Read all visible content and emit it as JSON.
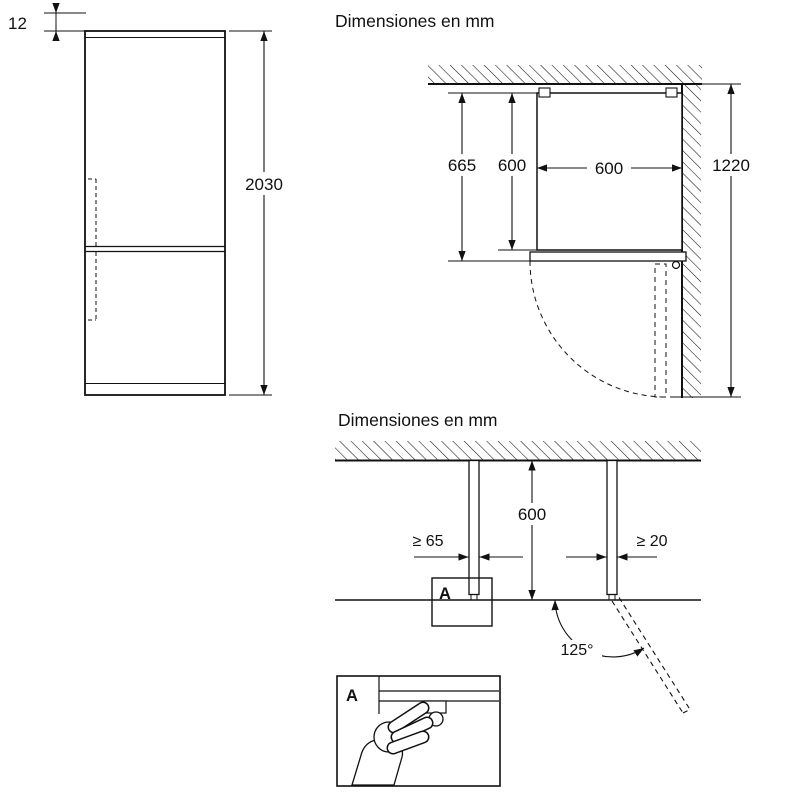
{
  "titles": {
    "top": "Dimensiones en mm",
    "bottom": "Dimensiones en mm"
  },
  "front_view": {
    "top_clearance": "12",
    "height": "2030"
  },
  "plan_view": {
    "depth_with_door": "665",
    "depth_body": "600",
    "width": "600",
    "depth_door_open": "1220"
  },
  "niche_view": {
    "width": "600",
    "clearance_left": "≥ 65",
    "clearance_right": "≥ 20",
    "opening_angle": "125°",
    "detail_label": "A"
  },
  "detail_view": {
    "label": "A"
  }
}
